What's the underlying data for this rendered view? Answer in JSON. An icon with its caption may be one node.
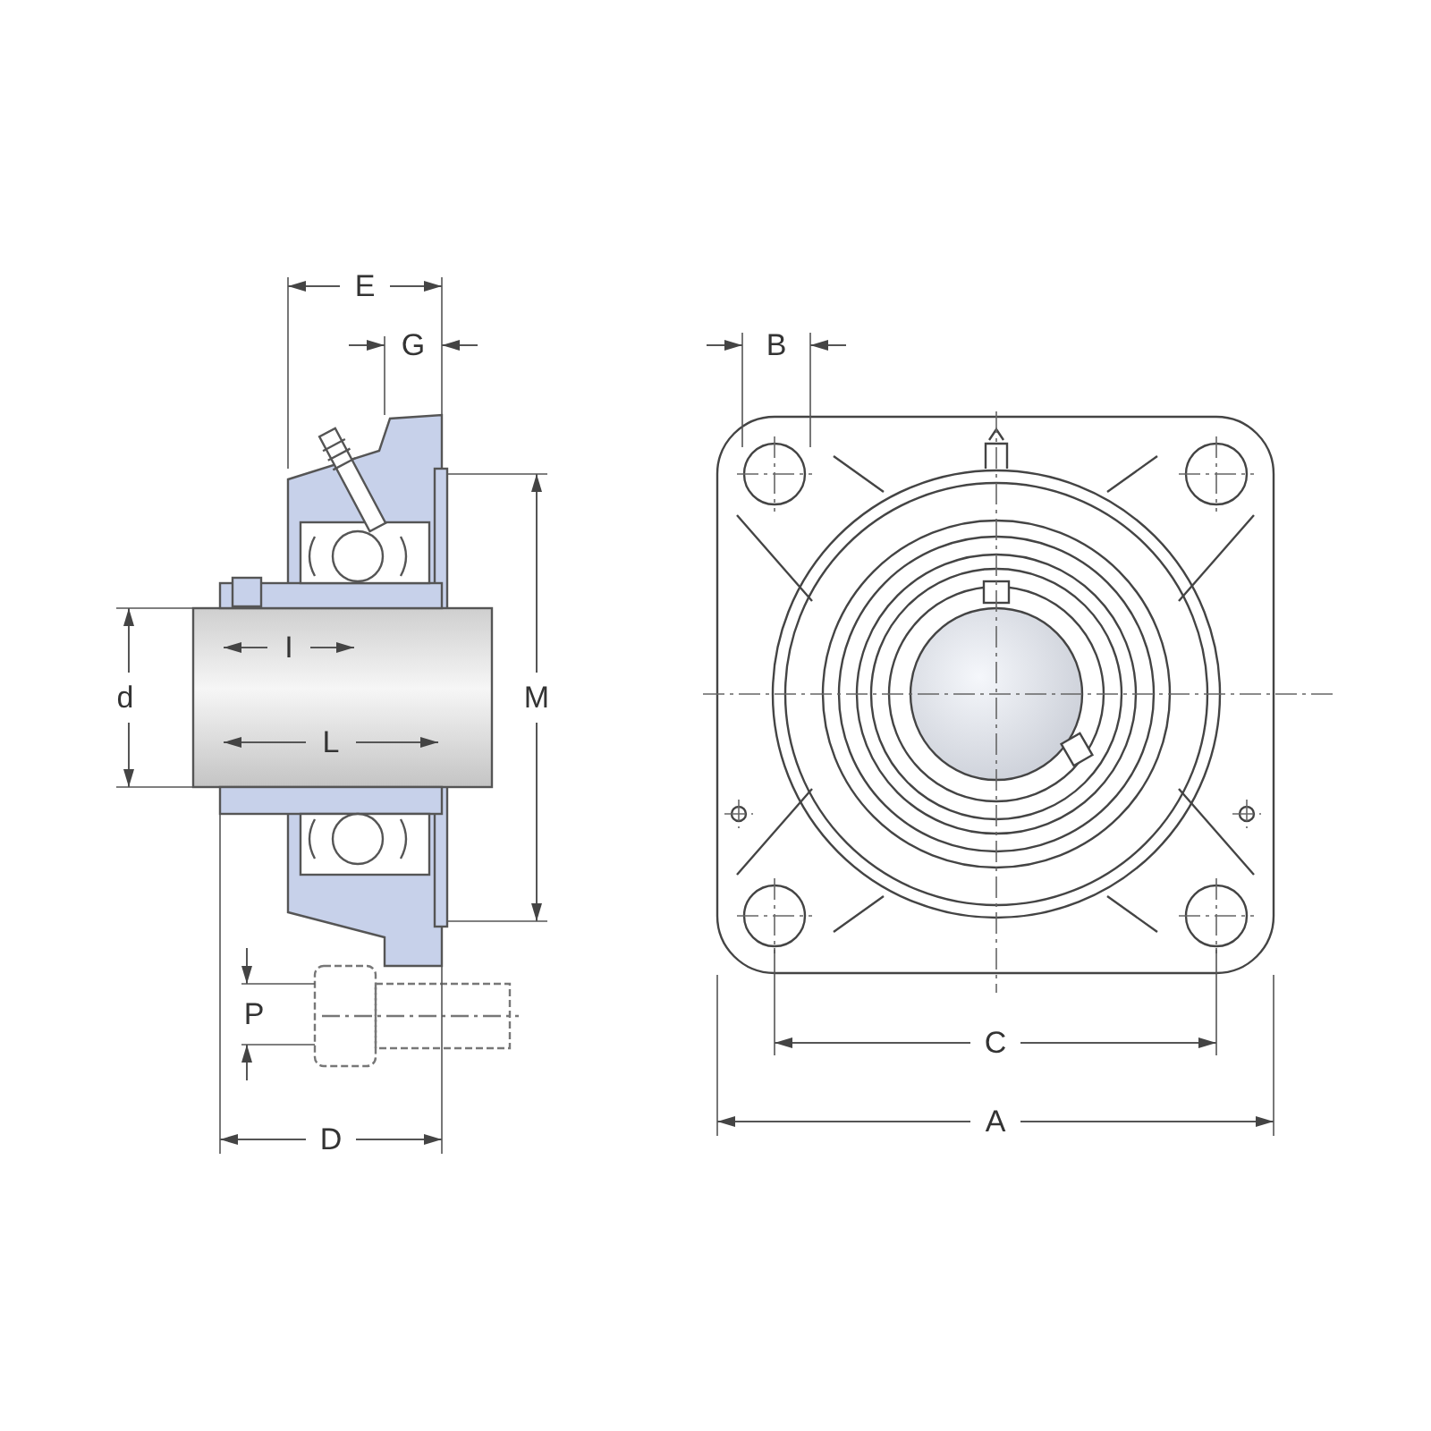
{
  "diagram": {
    "labels": [
      "E",
      "G",
      "B",
      "I",
      "d",
      "M",
      "L",
      "P",
      "D",
      "C",
      "A"
    ]
  }
}
